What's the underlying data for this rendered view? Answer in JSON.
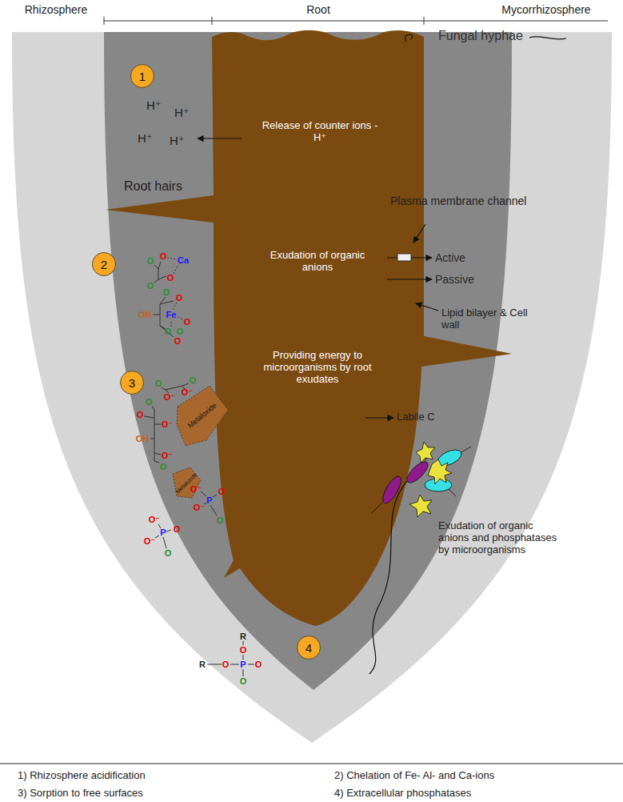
{
  "diagram": {
    "nodes": [
      {
        "text": [
          "1"
        ]
      },
      {
        "text": [
          "2"
        ]
      },
      {
        "text": [
          "3"
        ]
      },
      {
        "text": [
          "Metaloxide"
        ]
      },
      {
        "text": [
          "Metaloxide"
        ]
      },
      {
        "text": [
          "4"
        ]
      }
    ],
    "labels": [
      "Rhizosphere",
      "Root",
      "Mycorrhizosphere",
      "H⁺",
      "H⁺",
      "H⁺",
      "H⁺",
      "Release of counter ions - H⁺",
      "Fungal hyphae",
      "Root hairs",
      "Plasma membrane channel",
      "Exudation of organic anions",
      "Active",
      "Passive",
      "Lipid bilayer & Cell wall",
      "Providing energy to microorganisms by root exudates",
      "Labile C",
      "Exudation of organic anions and phosphatases by microorganisms",
      "O",
      "O",
      "Ca",
      "O",
      "O",
      "O",
      "O",
      "OH",
      "Fe",
      "O",
      "O",
      "O",
      "O",
      "O",
      "O",
      "O⁻",
      "O⁻",
      "O",
      "O",
      "OH",
      "O⁻",
      "O⁻",
      "O",
      "O⁻",
      "P",
      "O",
      "O⁻",
      "O",
      "O⁻",
      "P",
      "O",
      "O⁻",
      "O",
      "R",
      "O",
      "R",
      "O",
      "P",
      "O",
      "O",
      "1) Rhizosphere acidification",
      "2) Chelation of Fe- Al- and Ca-ions",
      "3) Sorption to free surfaces",
      "4) Extracellular phosphatases"
    ]
  }
}
